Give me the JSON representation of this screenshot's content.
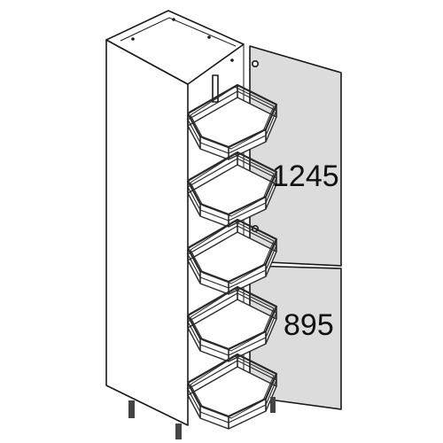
{
  "diagram": {
    "type": "tall kitchen cabinet with swing-out wire basket pull-out and two doors",
    "basket_count": 5,
    "colors": {
      "cabinet_side": "#ffffff",
      "door_panel": "#dcdcdc",
      "outline": "#1a1a1a",
      "basket_wire": "#2a2a2a",
      "basket_base": "#ffffff",
      "legs": "#444444"
    },
    "dimensions": {
      "upper_door_height": "1245",
      "lower_door_height": "895"
    }
  }
}
